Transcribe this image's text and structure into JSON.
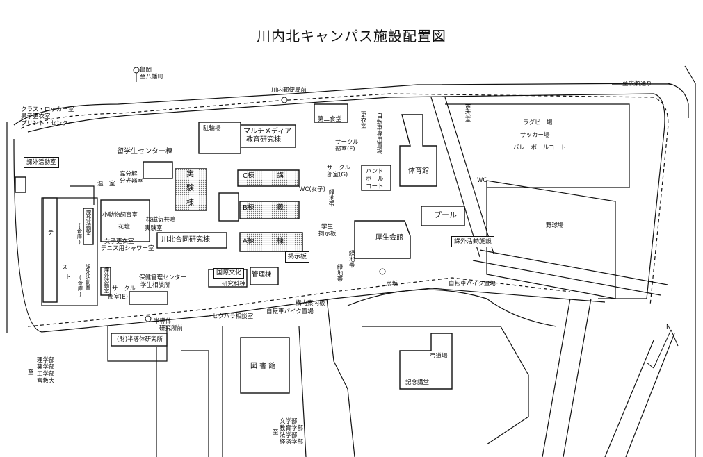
{
  "title": "川内北キャンパス施設配置図",
  "labels": {
    "kameoka_bus": "亀岡",
    "kameoka_bus2": "至八幡町",
    "kawauchi_post": "川内郵便局前",
    "to_hirose": "至広瀬通り",
    "class_locker": "クラス・ロッカー室",
    "mens_locker": "男子更衣室",
    "print_center": "プリント・センター",
    "kagai_left": "課外活動室",
    "ryugakusei": "留学生センター棟",
    "koubunshi": "高分解",
    "bunkou": "分光器室",
    "onshitsu": "温　室",
    "chuurinjo": "駐輪場",
    "multimedia": "マルチメディア",
    "multimedia2": "教育研究棟",
    "daini_shokudo": "第二食堂",
    "koui_shitsu": "更衣室",
    "bicycle_bike": "自転車専用置場",
    "circle_f": "サークル",
    "circle_f2": "部室(F)",
    "circle_g": "サークル",
    "circle_g2": "部室(G)",
    "handball": "ハンド",
    "handball2": "ボール",
    "handball3": "コート",
    "taiikukan": "体育館",
    "koui_right": "更衣室",
    "rugby": "ラグビー場",
    "soccer": "サッカー場",
    "volleyball": "バレーボールコート",
    "wc1": "WC",
    "jitsu": "実",
    "ken": "験",
    "tou": "棟",
    "c_tou": "C棟",
    "kou": "講",
    "b_tou": "B棟",
    "gi": "義",
    "a_tou": "A棟",
    "tou2": "棟",
    "wc_women": "WC(女子)",
    "ryokuchitai1": "緑地帯",
    "gakusei": "学生",
    "gakusei2": "掲示板",
    "keijiban": "掲示板",
    "pool": "プール",
    "kouseikaikan": "厚生会館",
    "kagai_shisetsu": "課外活動施設",
    "yakyujo": "野球場",
    "shodobutsu": "小動物飼育室",
    "kadan": "花壇",
    "kakujiki": "核磁気共鳴",
    "kakujiki2": "実験室",
    "joshi_koui": "女子更衣室",
    "tennis_shower": "テニス用シャワー室",
    "kawakita_goudou": "川北合同研究棟",
    "kokusai": "国際文化",
    "kokusai2": "研究科棟",
    "kanri": "管理棟",
    "hoken": "保健管理センター",
    "gakusei_soudan": "学生相談所",
    "circle_e": "サークル",
    "circle_e2": "部室(E)",
    "sekuhara": "セクハラ相談室",
    "jitensha_bike": "自転車バイク置場",
    "kounai_annai": "構内案内板",
    "ryokuchitai2": "緑地帯",
    "ryokuchitai3": "緑地帯",
    "ougisaka": "扇坂",
    "jitensha_bike2": "自転車バイク置場",
    "handoutai": "半導体",
    "handoutai2": "研究所前",
    "handoutai_ken": "(財)半導体研究所",
    "toshokan": "図 書 館",
    "kyudojo": "弓道場",
    "kinen_kodo": "記念講堂",
    "to_left": "至",
    "rigakubu": "理学部",
    "yakugakubu": "薬学部",
    "kogakubu": "工学部",
    "miyakyodai": "宮教大",
    "to_bottom": "至",
    "bungakubu": "文学部",
    "kyoikugakubu": "教育学部",
    "hogakubu": "法学部",
    "keizaigakubu": "経済学部",
    "north": "N",
    "tennis": "テ",
    "tennis2": "ス",
    "tennis3": "ト",
    "kagai_v1": "課外活動室",
    "kagai_v2": "課外活動室",
    "hoken_v": "課外活動室",
    "setsubi": "(倉庫)",
    "setsubi2": "(倉庫)"
  },
  "colors": {
    "line": "#111111",
    "hatch": "#999999"
  }
}
